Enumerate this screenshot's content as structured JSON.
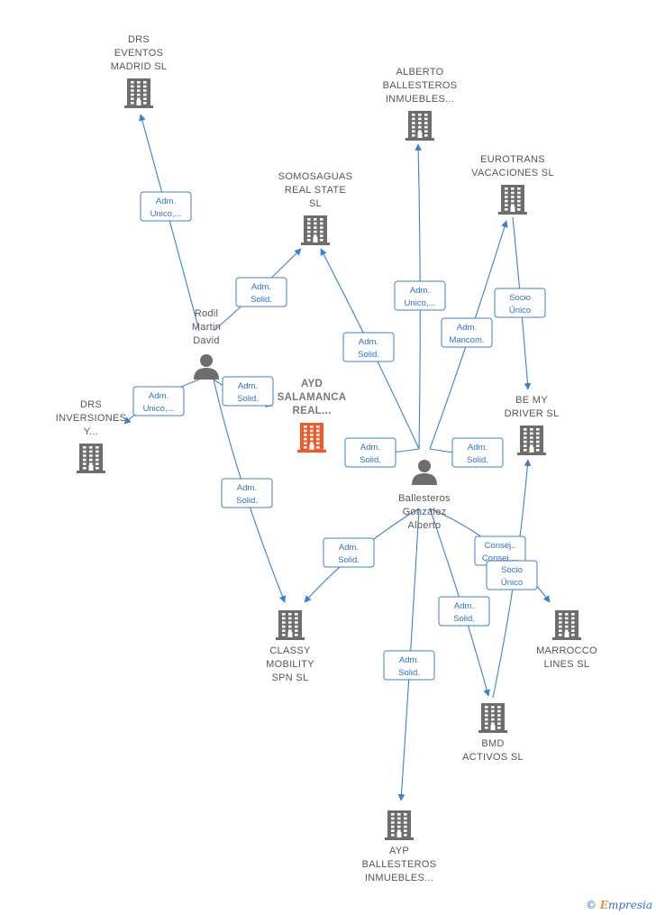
{
  "colors": {
    "edge": "#3c7fd6",
    "company_icon": "#6d6d6d",
    "focus_icon": "#f05a28",
    "person_icon": "#6d6d6d",
    "label_text": "#555555",
    "brand_e": "#e8912c"
  },
  "nodes": [
    {
      "id": "drs_eventos",
      "type": "company",
      "lines": [
        "DRS",
        "EVENTOS",
        "MADRID  SL"
      ],
      "icon": "building-icon"
    },
    {
      "id": "alberto_ballesteros",
      "type": "company",
      "lines": [
        "ALBERTO",
        "BALLESTEROS",
        "INMUEBLES..."
      ],
      "icon": "building-icon"
    },
    {
      "id": "somosaguas",
      "type": "company",
      "lines": [
        "SOMOSAGUAS",
        "REAL STATE",
        "SL"
      ],
      "icon": "building-icon"
    },
    {
      "id": "eurotrans",
      "type": "company",
      "lines": [
        "EUROTRANS",
        "VACACIONES SL"
      ],
      "icon": "building-icon"
    },
    {
      "id": "rodil",
      "type": "person",
      "lines": [
        "Rodil",
        "Martin",
        "David"
      ],
      "icon": "person-icon"
    },
    {
      "id": "ayd_salamanca",
      "type": "focus",
      "lines": [
        "AYD",
        "SALAMANCA",
        "REAL..."
      ],
      "icon": "building-icon"
    },
    {
      "id": "drs_inversiones",
      "type": "company",
      "lines": [
        "DRS",
        "INVERSIONES",
        "Y..."
      ],
      "icon": "building-icon"
    },
    {
      "id": "be_my_driver",
      "type": "company",
      "lines": [
        "BE MY",
        "DRIVER  SL"
      ],
      "icon": "building-icon"
    },
    {
      "id": "ballesteros",
      "type": "person",
      "lines": [
        "Ballesteros",
        "Gonzalez",
        "Alberto"
      ],
      "icon": "person-icon"
    },
    {
      "id": "classy",
      "type": "company",
      "lines": [
        "CLASSY",
        "MOBILITY",
        "SPN  SL"
      ],
      "icon": "building-icon"
    },
    {
      "id": "marrocco",
      "type": "company",
      "lines": [
        "MARROCCO",
        "LINES  SL"
      ],
      "icon": "building-icon"
    },
    {
      "id": "bmd",
      "type": "company",
      "lines": [
        "BMD",
        "ACTIVOS  SL"
      ],
      "icon": "building-icon"
    },
    {
      "id": "ayp",
      "type": "company",
      "lines": [
        "AYP",
        "BALLESTEROS",
        "INMUEBLES..."
      ],
      "icon": "building-icon"
    }
  ],
  "edges": [
    {
      "from": "rodil",
      "to": "drs_eventos",
      "label": [
        "Adm.",
        "Unico,..."
      ]
    },
    {
      "from": "rodil",
      "to": "somosaguas",
      "label": [
        "Adm.",
        "Solid."
      ]
    },
    {
      "from": "rodil",
      "to": "drs_inversiones",
      "label": [
        "Adm.",
        "Unico,..."
      ]
    },
    {
      "from": "rodil",
      "to": "ayd_salamanca",
      "label": [
        "Adm.",
        "Solid."
      ]
    },
    {
      "from": "rodil",
      "to": "classy",
      "label": [
        "Adm.",
        "Solid."
      ]
    },
    {
      "from": "ballesteros",
      "to": "alberto_ballesteros",
      "label": [
        "Adm.",
        "Unico,..."
      ]
    },
    {
      "from": "ballesteros",
      "to": "somosaguas",
      "label": [
        "Adm.",
        "Solid."
      ]
    },
    {
      "from": "ballesteros",
      "to": "eurotrans",
      "label": [
        "Adm.",
        "Mancom."
      ]
    },
    {
      "from": "ballesteros",
      "to": "ayd_salamanca",
      "label": [
        "Adm.",
        "Solid."
      ]
    },
    {
      "from": "ballesteros",
      "to": "be_my_driver",
      "label": [
        "Adm.",
        "Solid."
      ]
    },
    {
      "from": "ballesteros",
      "to": "classy",
      "label": [
        "Adm.",
        "Solid."
      ]
    },
    {
      "from": "ballesteros",
      "to": "marrocco",
      "label": [
        "Consej..",
        "Consej...."
      ]
    },
    {
      "from": "ballesteros",
      "to": "bmd",
      "label": [
        "Adm.",
        "Solid."
      ]
    },
    {
      "from": "ballesteros",
      "to": "ayp",
      "label": [
        "Adm.",
        "Solid."
      ]
    },
    {
      "from": "eurotrans",
      "to": "be_my_driver",
      "label": [
        "Socio",
        "Único"
      ]
    },
    {
      "from": "bmd",
      "to": "be_my_driver",
      "label": [
        "Socio",
        "Único"
      ]
    }
  ],
  "credit": {
    "symbol": "©",
    "brand_first": "E",
    "brand_rest": "mpresia"
  }
}
